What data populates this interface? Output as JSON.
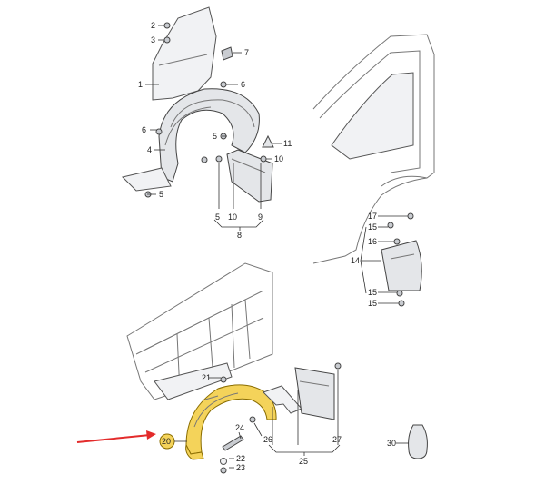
{
  "callouts": {
    "c1": "1",
    "c2": "2",
    "c3": "3",
    "c4": "4",
    "c5a": "5",
    "c5b": "5",
    "c5c": "5",
    "c6a": "6",
    "c6b": "6",
    "c7": "7",
    "c8": "8",
    "c9": "9",
    "c10a": "10",
    "c10b": "10",
    "c11": "11",
    "c14": "14",
    "c15a": "15",
    "c15b": "15",
    "c15c": "15",
    "c16": "16",
    "c17": "17",
    "c20": "20",
    "c21": "21",
    "c22": "22",
    "c23": "23",
    "c24": "24",
    "c25": "25",
    "c26": "26",
    "c27": "27",
    "c30": "30"
  },
  "highlight": {
    "part_number": "20",
    "color": "#f4d35a",
    "arrow_color": "#e32b2b"
  }
}
